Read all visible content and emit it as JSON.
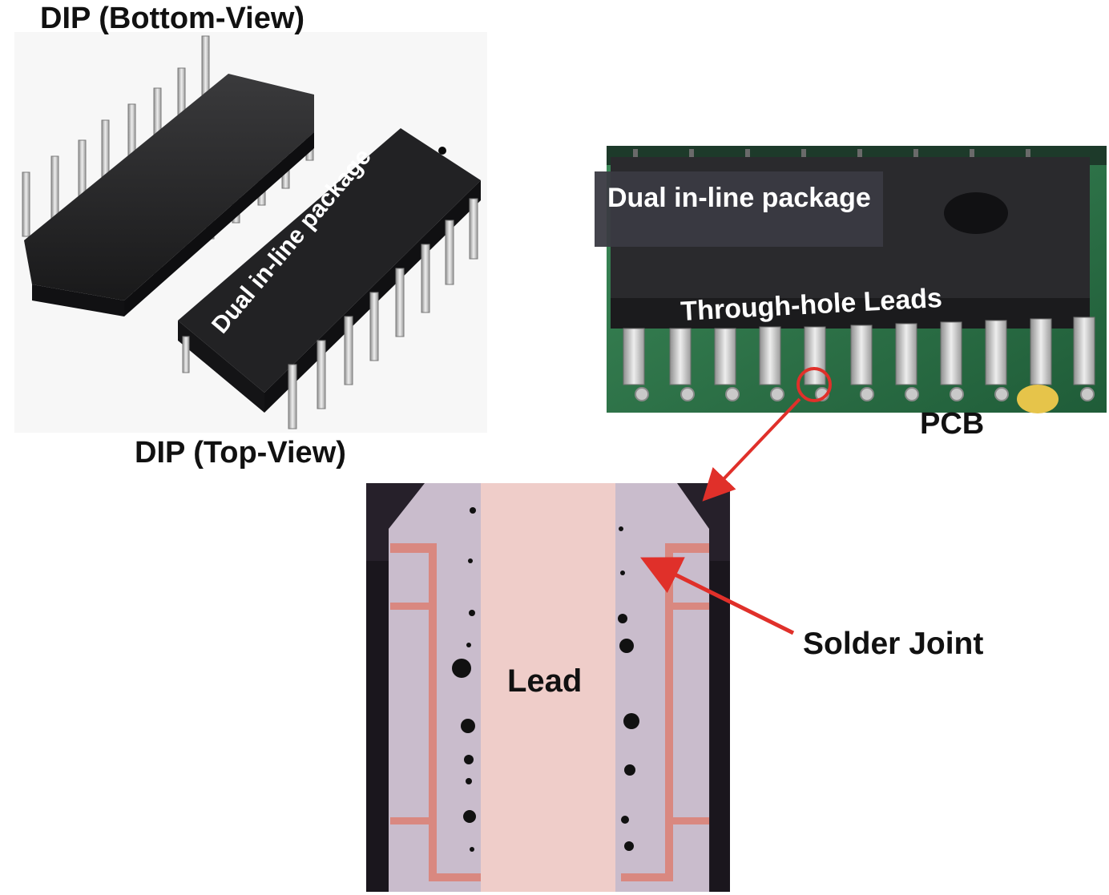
{
  "labels": {
    "dip_bottom_view": "DIP (Bottom-View)",
    "dip_top_view": "DIP (Top-View)",
    "dual_inline_package_chip": "Dual in-line package",
    "dual_inline_package_pcb": "Dual in-line package",
    "through_hole_leads": "Through-hole Leads",
    "pcb": "PCB",
    "solder_joint": "Solder Joint",
    "lead": "Lead"
  },
  "colors": {
    "arrow": "#e0302a",
    "chip_body": "#1f1f21",
    "pcb_green": "#2f7a4c",
    "copper": "#d98880",
    "cross_section_bg": "#26202a"
  }
}
